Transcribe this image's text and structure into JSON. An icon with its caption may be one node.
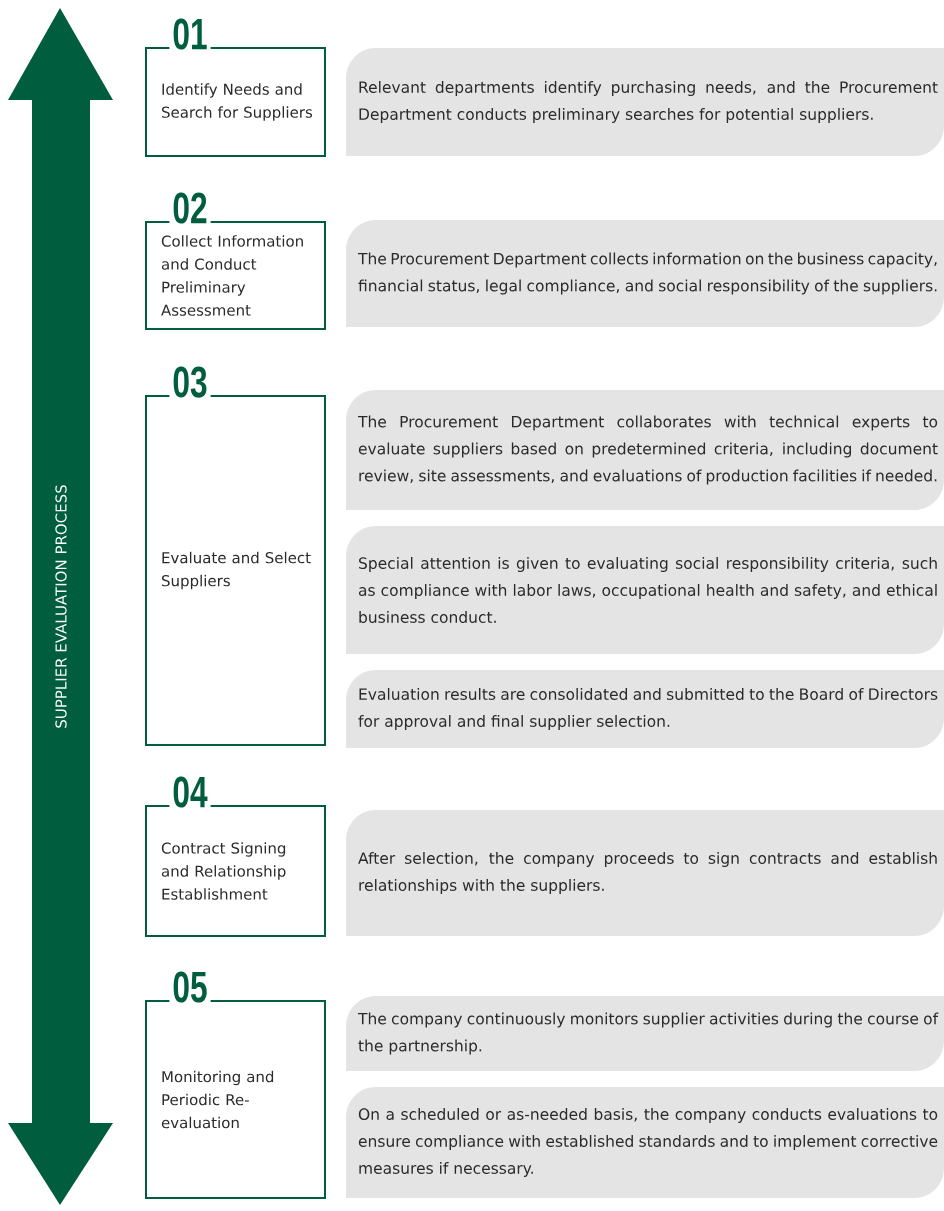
{
  "diagram": {
    "nodes": [
      {
        "text": [
          "SUPPLIER EVALUATION PROCESS"
        ]
      },
      {
        "text": [
          "01",
          "Identify Needs and Search for Suppliers"
        ]
      },
      {
        "text": [
          "Relevant departments identify purchasing needs, and the Procurement Department conducts preliminary searches for potential suppliers."
        ]
      },
      {
        "text": [
          "02",
          "Collect Information and Conduct Preliminary Assessment"
        ]
      },
      {
        "text": [
          "The Procurement Department collects information on the business capacity, financial status, legal compliance, and social responsibility of the suppliers."
        ]
      },
      {
        "text": [
          "03",
          "Evaluate and Select Suppliers"
        ]
      },
      {
        "text": [
          "The Procurement Department collaborates with technical experts to evaluate suppliers based on predetermined criteria, including document review, site assessments, and evaluations of production facilities if needed."
        ]
      },
      {
        "text": [
          "Special attention is given to evaluating social responsibility criteria, such as compliance with labor laws, occupational health and safety, and ethical business conduct."
        ]
      },
      {
        "text": [
          "Evaluation results are consolidated and submitted to the Board of Directors for approval and final supplier selection."
        ]
      },
      {
        "text": [
          "04",
          "Contract Signing and Relationship Establishment"
        ]
      },
      {
        "text": [
          "After selection, the company proceeds to sign contracts and establish relationships with the suppliers."
        ]
      },
      {
        "text": [
          "05",
          "Monitoring and Periodic Re-evaluation"
        ]
      },
      {
        "text": [
          "The company continuously monitors supplier activities during the course of the partnership."
        ]
      },
      {
        "text": [
          "On a scheduled or as-needed basis, the company conducts evaluations to ensure compliance with established standards and to implement corrective measures if necessary."
        ]
      }
    ]
  }
}
